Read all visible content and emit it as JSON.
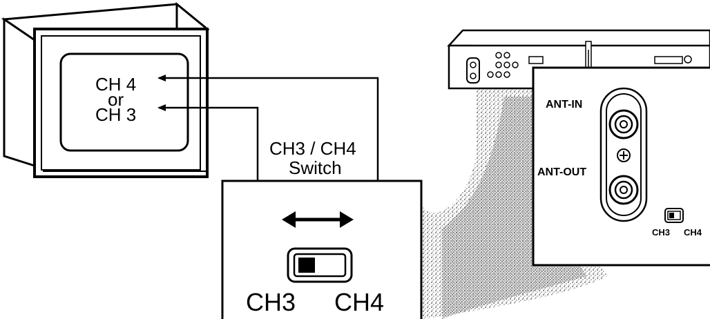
{
  "tv": {
    "line_ch4": "CH 4",
    "line_or": "or",
    "line_ch3": "CH 3"
  },
  "switch_callout": {
    "title_line1": "CH3 / CH4",
    "title_line2": "Switch",
    "left_label": "CH3",
    "right_label": "CH4"
  },
  "vcr_panel": {
    "ant_in_label": "ANT-IN",
    "ant_out_label": "ANT-OUT",
    "ch3_label": "CH3",
    "ch4_label": "CH4"
  }
}
